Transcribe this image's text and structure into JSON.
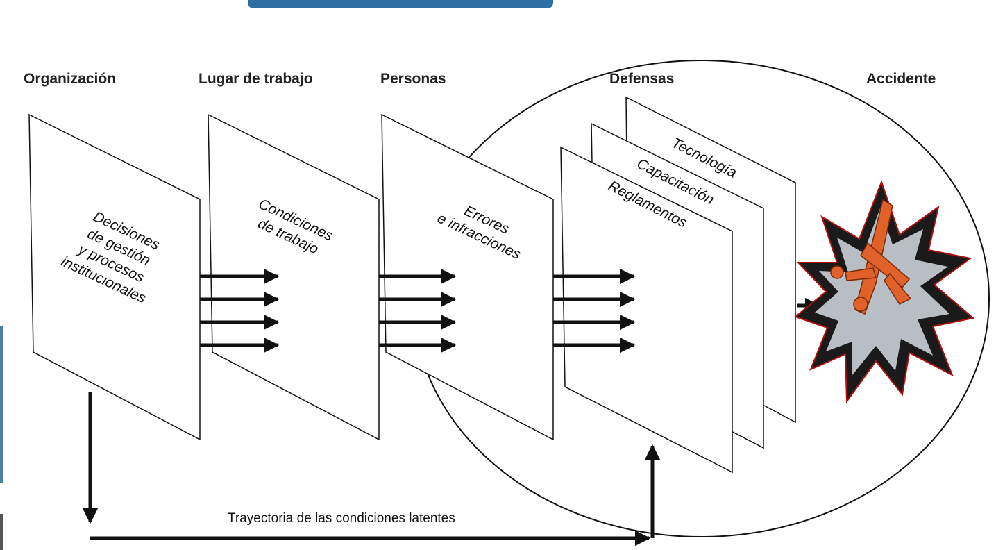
{
  "headers": {
    "organizacion": "Organización",
    "lugar": "Lugar de trabajo",
    "personas": "Personas",
    "defensas": "Defensas",
    "accidente": "Accidente"
  },
  "panels": {
    "organizacion": [
      "Decisiones",
      "de gestión",
      "y procesos",
      "institucionales"
    ],
    "lugar": [
      "Condiciones",
      "de trabajo"
    ],
    "personas": [
      "Errores",
      "e infracciones"
    ],
    "defensa_tecnologia": "Tecnología",
    "defensa_capacitacion": "Capacitación",
    "defensa_reglamentos": "Reglamentos"
  },
  "caption": "Trayectoria de las condiciones latentes",
  "colors": {
    "stroke": "#111111",
    "slide_bg": "#ffffff",
    "accent_bar": "#2f6ea3",
    "side_bar": "#4d7fa8",
    "explosion_outer": "#1a1a1a",
    "explosion_inner": "#b9bec4",
    "plane": "#e0622a"
  },
  "icons": {
    "accident": "explosion-icon",
    "plane": "crashed-plane-icon"
  }
}
